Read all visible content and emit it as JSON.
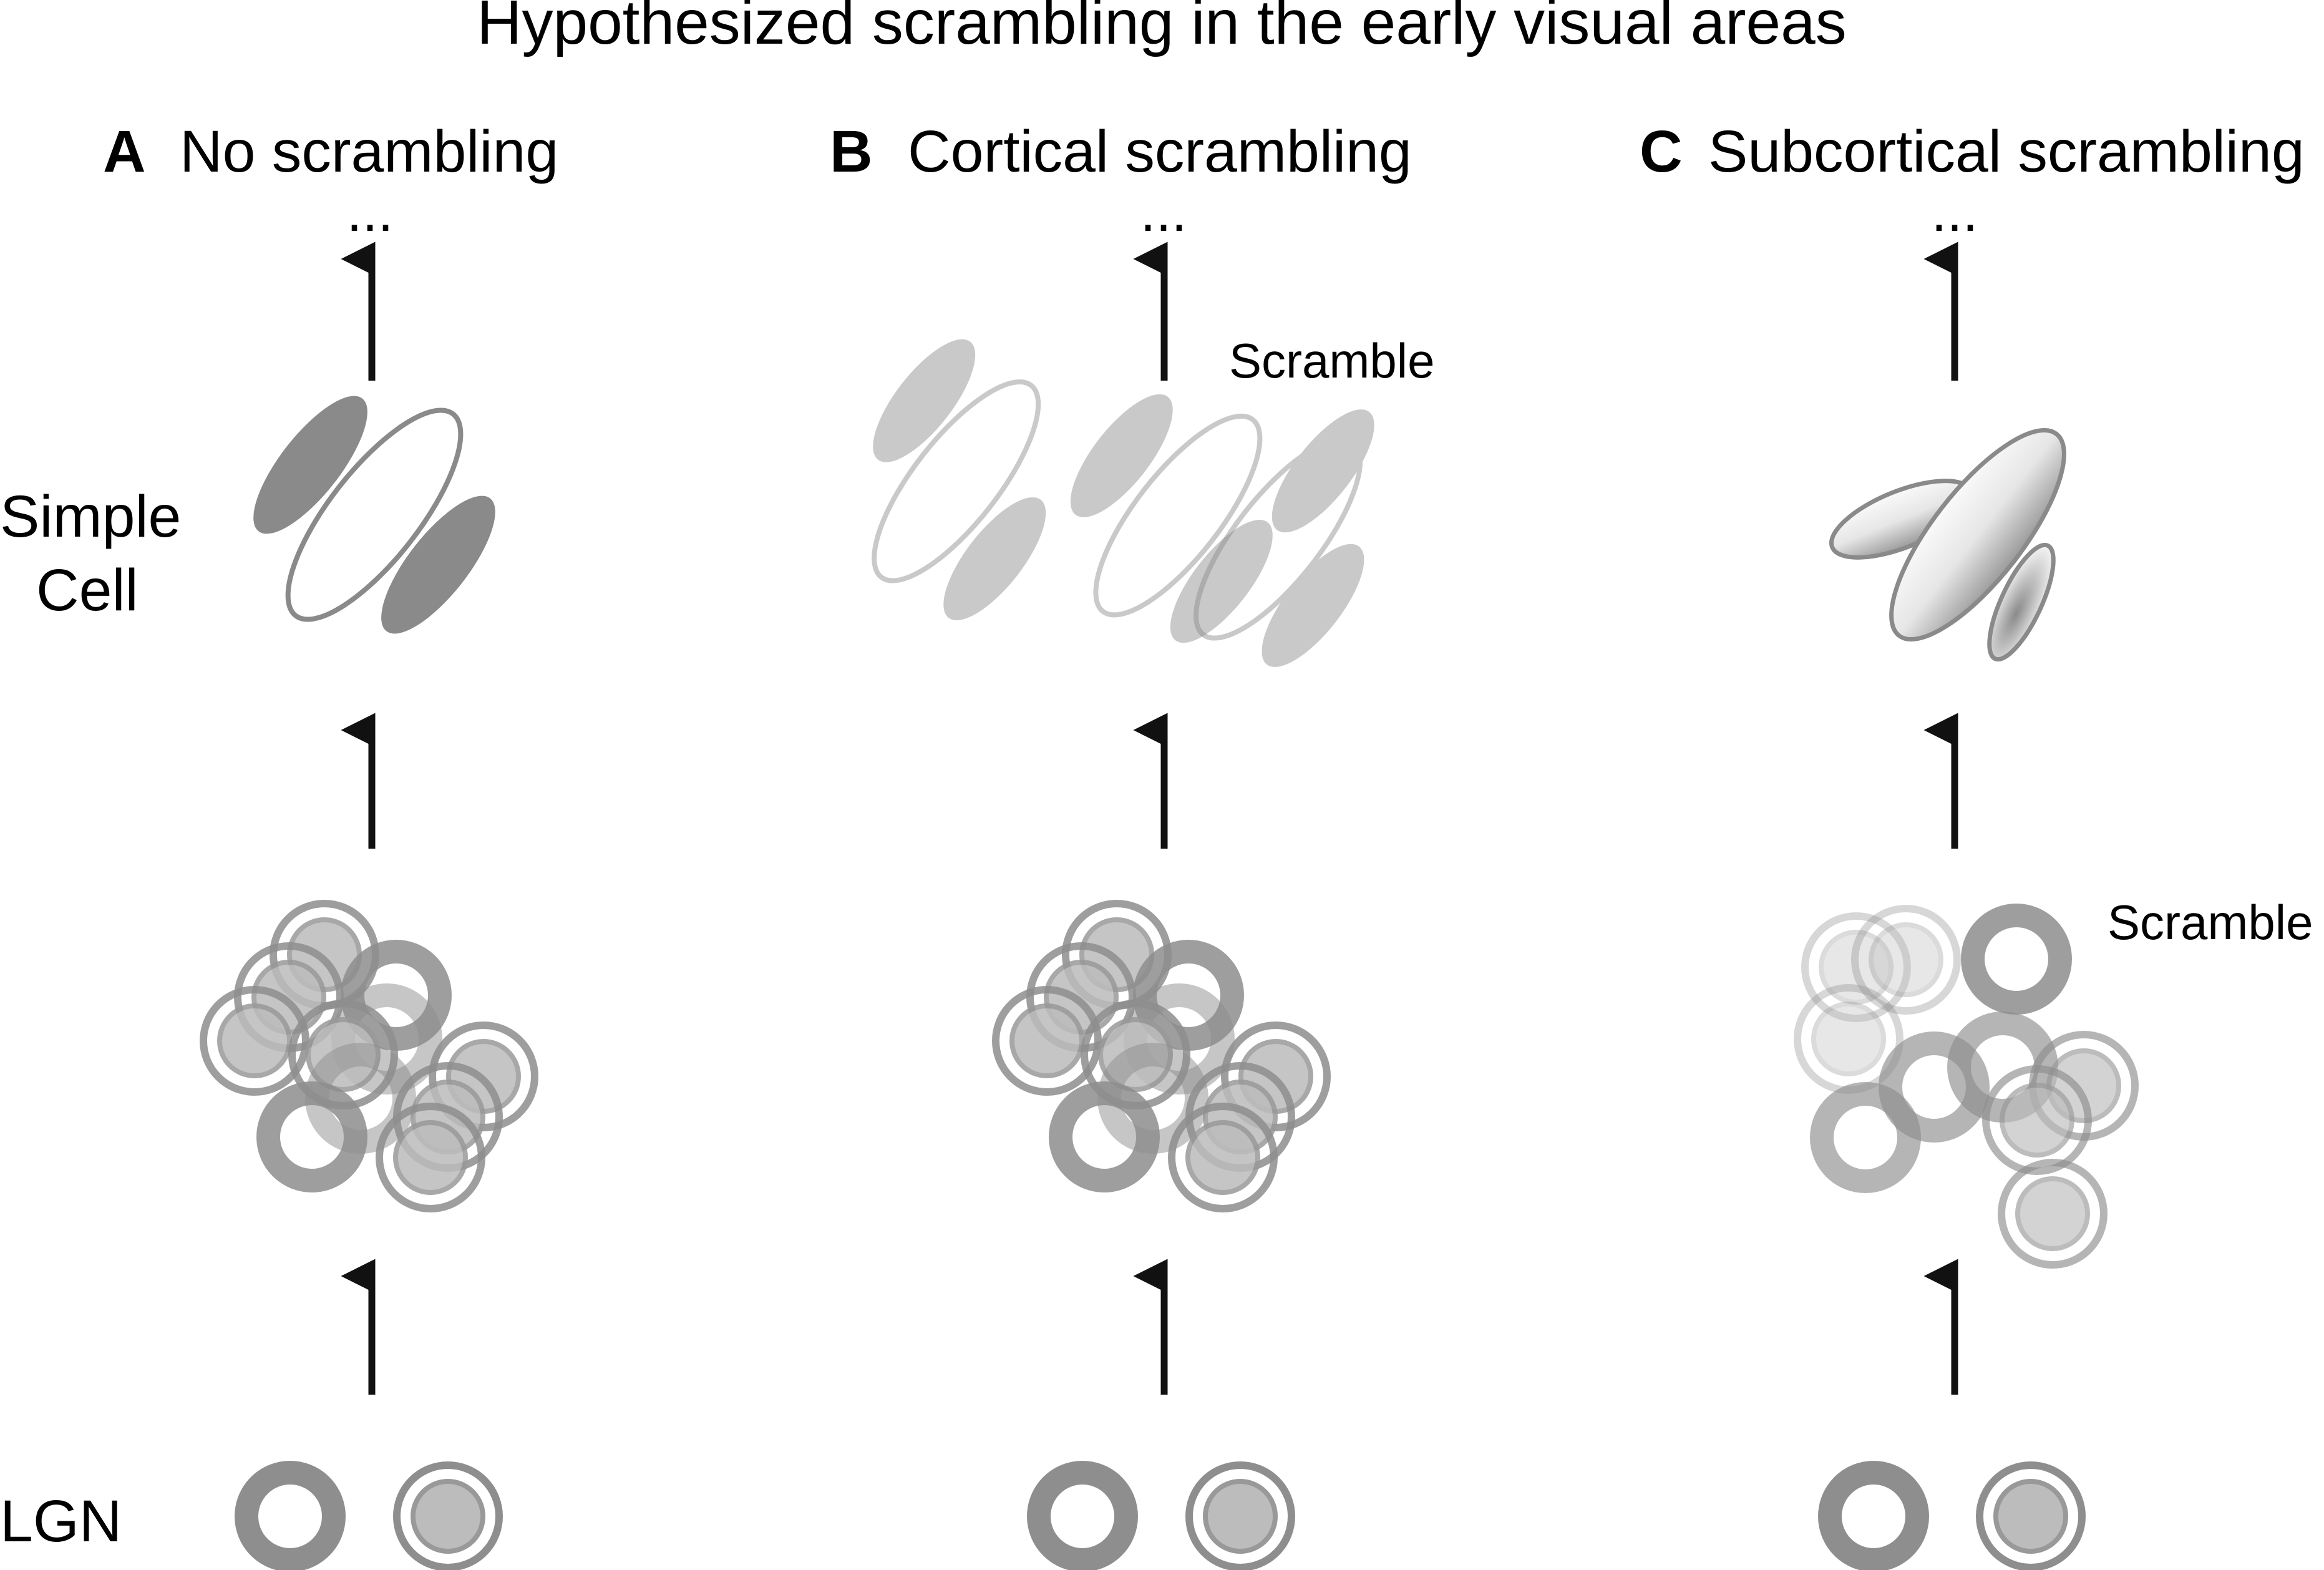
{
  "title": "Hypothesized scrambling in the early visual areas",
  "panels": [
    {
      "letter": "A",
      "label": "No scrambling"
    },
    {
      "letter": "B",
      "label": "Cortical scrambling"
    },
    {
      "letter": "C",
      "label": "Subcortical scrambling"
    }
  ],
  "row_labels": {
    "simple_line1": "Simple",
    "simple_line2": "Cell",
    "lgn": "LGN"
  },
  "ellipsis": "...",
  "scramble_label": "Scramble",
  "colors": {
    "arrow": "#111111",
    "ring_dark": "#8c8c8c",
    "ring_light": "#c9c9c9",
    "fill_on": "#8e8e8e",
    "fill_off": "#c4c4c4"
  }
}
